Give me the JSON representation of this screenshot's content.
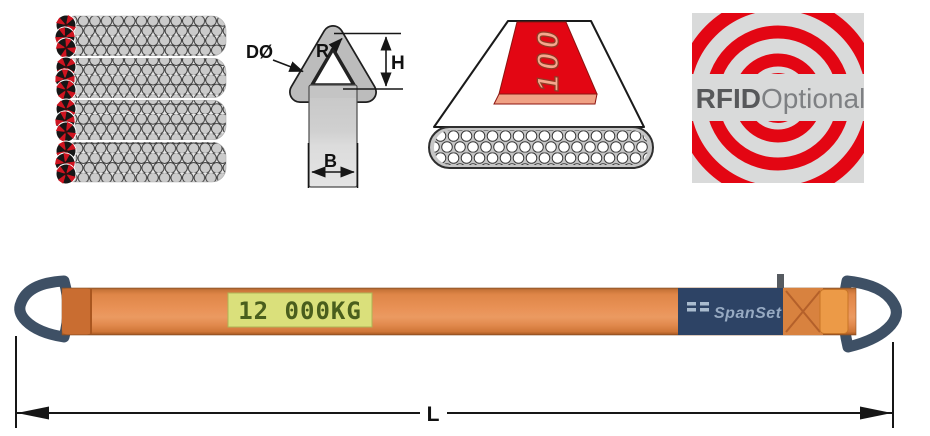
{
  "colors": {
    "signal_red": "#e30613",
    "webbing_orange": "#e08a50",
    "fitting_dark_blue": "#3d5166",
    "capacity_tag_bg": "#dae07b",
    "capacity_tag_text": "#4a5e1d",
    "brand_label_navy": "#2d4365",
    "diagram_gray": "#bcbcbc"
  },
  "fitting_diagram": {
    "bar_diameter_label": "DØ",
    "inner_radius_label": "R",
    "height_label": "H",
    "base_width_label": "B"
  },
  "cross_section_diagram": {
    "banner_text": "100"
  },
  "rfid_badge": {
    "title": "RFID",
    "subtitle": "Optional"
  },
  "sling": {
    "capacity_text": "12 000KG",
    "brand_text": "SpanSet",
    "length_label": "L"
  }
}
